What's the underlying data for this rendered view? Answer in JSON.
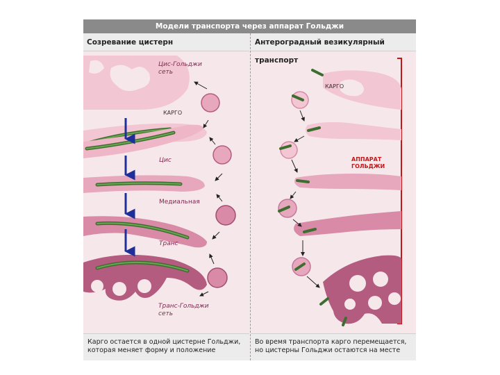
{
  "title": "Модели транспорта через аппарат Гольджи",
  "left_panel": {
    "header": "Созревание цистерн",
    "labels": {
      "cis_golgi_network": "Цис-Гольджи сеть",
      "cargo": "КАРГО",
      "cis": "Цис",
      "medial": "Медиальная",
      "trans": "Транс",
      "trans_golgi_network": "Транс-Гольджи сеть"
    },
    "caption": "Карго остается в одной цистерне Гольджи, которая меняет форму и положение"
  },
  "right_panel": {
    "header": "Антероградный везикулярный транспорт",
    "labels": {
      "cargo": "КАРГО",
      "golgi_apparatus": "АППАРАТ ГОЛЬДЖИ"
    },
    "caption": "Во время транспорта карго перемещается, но цистерны Гольджи остаются на месте"
  },
  "colors": {
    "cisterna_light": "#f2c6d2",
    "cisterna_medium": "#e29ab1",
    "cisterna_dark": "#b45c80",
    "cargo_green": "#4e8b3e",
    "arrow_blue": "#1f2f9a",
    "bracket_red": "#c01818"
  }
}
